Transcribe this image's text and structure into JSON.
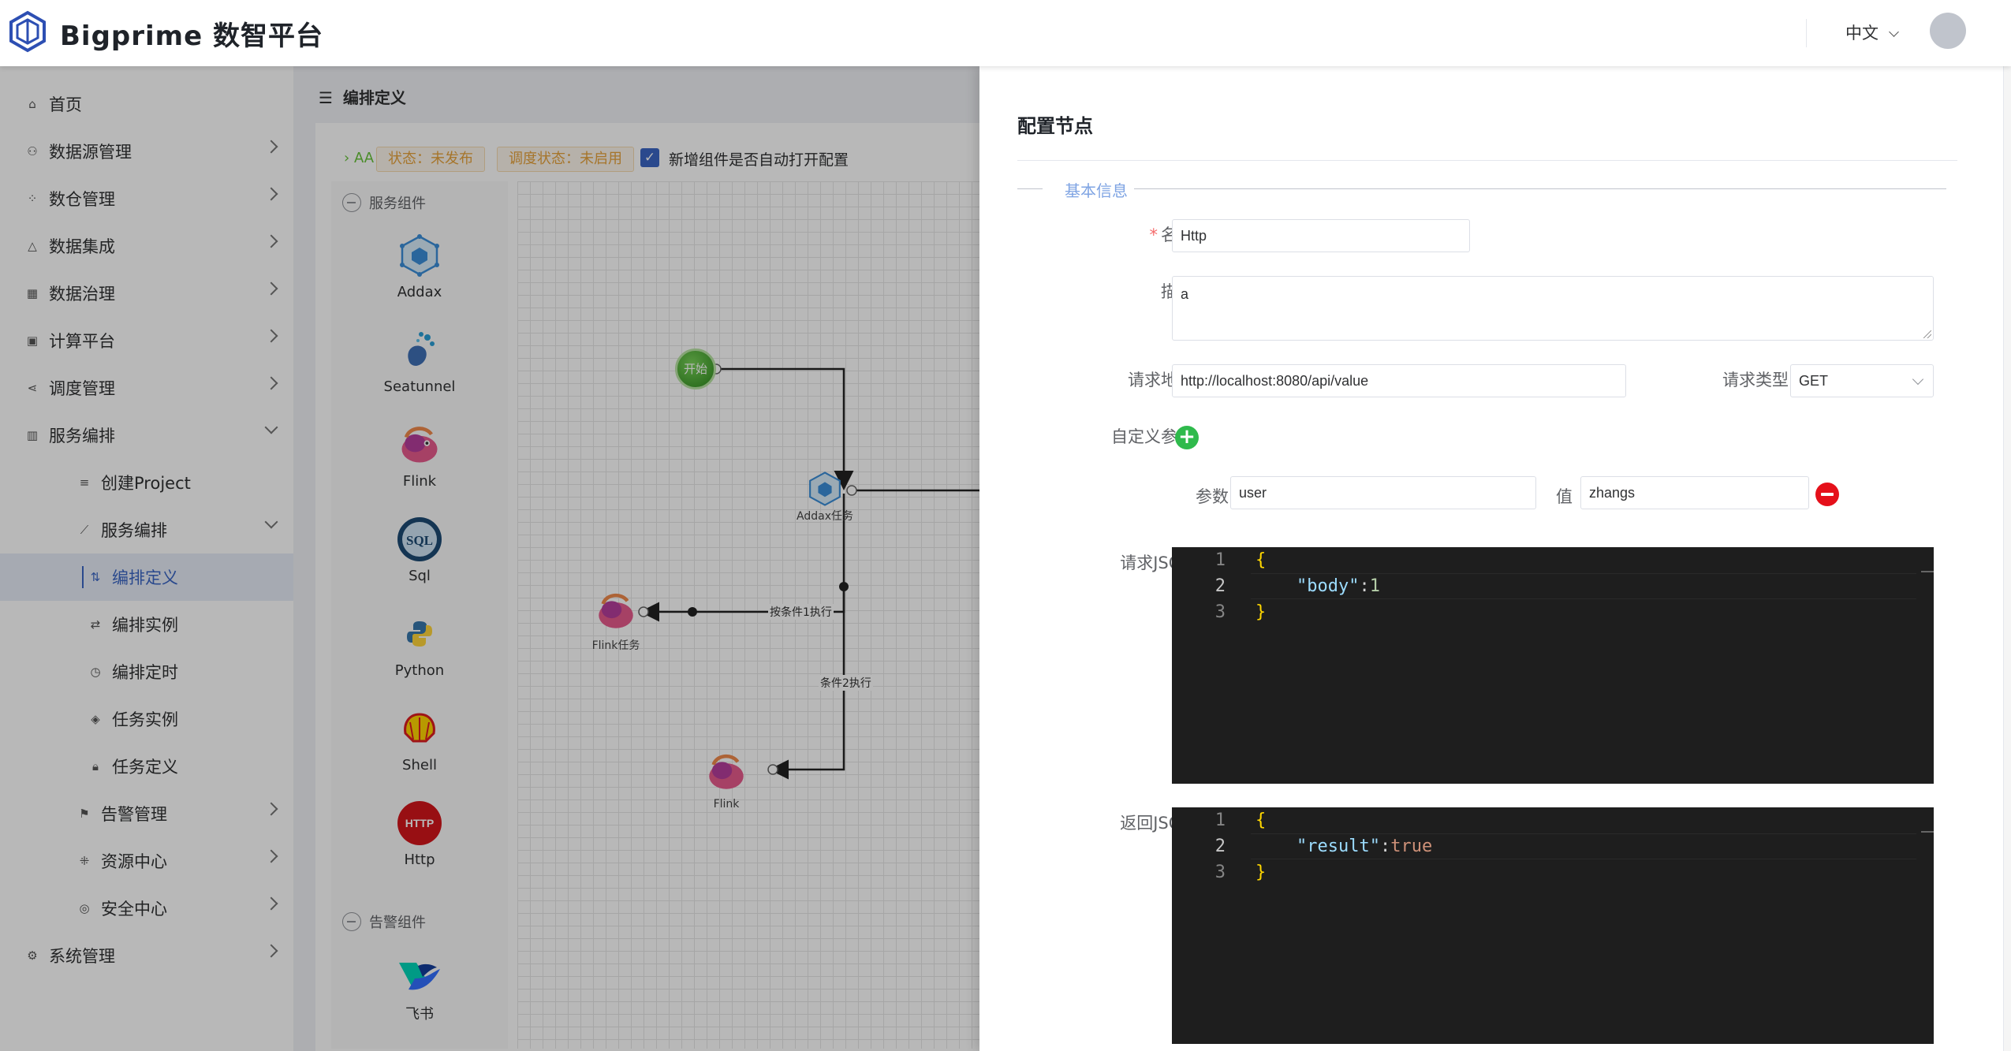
{
  "header": {
    "brand": "Bigprime 数智平台",
    "language": "中文"
  },
  "sidebar": {
    "items": [
      {
        "label": "首页",
        "icon": "home-icon"
      },
      {
        "label": "数据源管理",
        "icon": "datasource-icon"
      },
      {
        "label": "数仓管理",
        "icon": "warehouse-icon"
      },
      {
        "label": "数据集成",
        "icon": "integration-icon"
      },
      {
        "label": "数据治理",
        "icon": "governance-icon"
      },
      {
        "label": "计算平台",
        "icon": "compute-icon"
      },
      {
        "label": "调度管理",
        "icon": "schedule-icon"
      },
      {
        "label": "服务编排",
        "icon": "chart-icon"
      },
      {
        "label": "创建Project",
        "icon": "list-icon"
      },
      {
        "label": "服务编排",
        "icon": "line-chart-icon"
      },
      {
        "label": "编排定义",
        "icon": "sort-icon"
      },
      {
        "label": "编排实例",
        "icon": "swap-icon"
      },
      {
        "label": "编排定时",
        "icon": "clock-icon"
      },
      {
        "label": "任务实例",
        "icon": "layers-icon"
      },
      {
        "label": "任务定义",
        "icon": "lock-icon"
      },
      {
        "label": "告警管理",
        "icon": "flag-icon"
      },
      {
        "label": "资源中心",
        "icon": "resource-icon"
      },
      {
        "label": "安全中心",
        "icon": "shield-icon"
      },
      {
        "label": "系统管理",
        "icon": "gear-icon"
      }
    ]
  },
  "main": {
    "breadcrumb": "编排定义",
    "toolbar": {
      "project": "AA",
      "status": "状态：未发布",
      "schedule_status": "调度状态：未启用",
      "auto_open_label": "新增组件是否自动打开配置"
    },
    "palette": {
      "group_service": "服务组件",
      "group_alert": "告警组件",
      "items": [
        "Addax",
        "Seatunnel",
        "Flink",
        "Sql",
        "Python",
        "Shell",
        "Http"
      ],
      "alert_items": [
        "飞书"
      ]
    },
    "canvas": {
      "start_label": "开始",
      "nodes": [
        "Addax任务",
        "Flink任务",
        "Flink"
      ],
      "edge_labels": [
        "按条件1执行",
        "条件2执行"
      ]
    }
  },
  "drawer": {
    "title": "配置节点",
    "section": "基本信息",
    "labels": {
      "name": "名称",
      "desc": "描述",
      "url": "请求地址",
      "method": "请求类型",
      "custom_params": "自定义参数",
      "param": "参数",
      "value": "值",
      "request_json": "请求JSON",
      "response_json": "返回JSON"
    },
    "values": {
      "name": "Http",
      "desc": "a",
      "url": "http://localhost:8080/api/value",
      "method": "GET",
      "param": "user",
      "value": "zhangs"
    },
    "request_json": {
      "line_numbers": [
        "1",
        "2",
        "3"
      ],
      "open": "{",
      "key": "\"body\"",
      "colon": ":",
      "val": "1",
      "close": "}"
    },
    "response_json": {
      "line_numbers": [
        "1",
        "2",
        "3"
      ],
      "open": "{",
      "key": "\"result\"",
      "colon": ":",
      "val": "true",
      "close": "}"
    }
  }
}
